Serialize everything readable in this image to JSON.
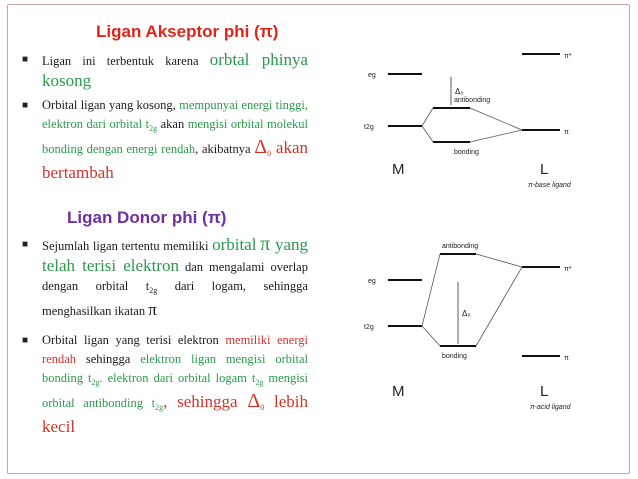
{
  "slide": {
    "title_acceptor": "Ligan Akseptor phi (π)",
    "title_donor": "Ligan Donor phi (π)",
    "bullets_acceptor": [
      {
        "p1": "Ligan ini terbentuk karena ",
        "p2": "orbtal phinya kosong"
      },
      {
        "p1": "Orbital ligan yang kosong, ",
        "p2": "mempunyai energi tinggi, elektron dari orbital t",
        "p2_sub": "2g",
        "p3": " akan ",
        "p4": "mengisi orbital molekul bonding dengan energi rendah",
        "p5": ", akibatnya ",
        "delta": "Δ",
        "delta_sub": "0",
        "p6": " akan bertambah"
      }
    ],
    "bullets_donor": [
      {
        "p1": "Sejumlah ligan tertentu memiliki ",
        "p2": "orbital",
        "pi": "π",
        "p3": " yang telah terisi elektron",
        "p4": " dan mengalami overlap dengan orbital t",
        "p4_sub": "2g",
        "p5": " dari logam, sehingga menghasilkan ikatan ",
        "pi2": "π"
      },
      {
        "p1": "Orbital ligan yang terisi elektron ",
        "p2": "memiliki energi rendah",
        "p3": " sehingga ",
        "p4": "elektron ligan mengisi orbital bonding t",
        "p4_sub": "2g",
        "p5": ". elektron dari orbital logam t",
        "p5_sub": "2g",
        "p6": " mengisi orbital antibonding t",
        "p6_sub": "2g",
        "p7": ", sehingga ",
        "delta": "Δ",
        "delta_sub": "0",
        "p8": " lebih kecil"
      }
    ]
  },
  "diagram_top": {
    "label_eg": "eg",
    "label_t2g": "t2g",
    "label_antibonding": "antibonding",
    "label_bonding": "bonding",
    "label_pistar": "π*",
    "label_pi": "π",
    "label_delta": "Δ₀",
    "label_M": "M",
    "label_L": "L",
    "caption": "π-base ligand"
  },
  "diagram_bottom": {
    "label_eg": "eg",
    "label_t2g": "t2g",
    "label_antibonding": "antibonding",
    "label_bonding": "bonding",
    "label_pistar": "π*",
    "label_pi": "π",
    "label_delta": "Δ₀",
    "label_M": "M",
    "label_L": "L",
    "caption": "π-acid ligand"
  },
  "colors": {
    "title_acceptor": "#e2231a",
    "title_donor": "#7030a0",
    "green_text": "#2a9a4a",
    "red_text": "#d6322a",
    "frame": "#c9a2a2"
  }
}
